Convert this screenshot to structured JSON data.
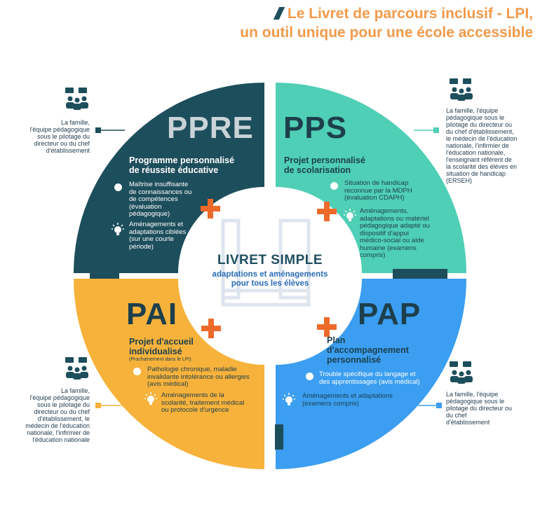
{
  "title": {
    "line1": "Le Livret de parcours inclusif - LPI,",
    "line2": "un outil unique pour une école accessible"
  },
  "colors": {
    "ppre": "#1d4e5c",
    "pps": "#4fcfb5",
    "pai": "#f7b23b",
    "pap": "#3b9ef0",
    "accent": "#ee6a2a",
    "title": "#f29a4a"
  },
  "center": {
    "title": "LIVRET SIMPLE",
    "subtitle_line1": "adaptations et aménagements",
    "subtitle_line2": "pour tous les élèves"
  },
  "ppre": {
    "acronym": "PPRE",
    "name_line1": "Programme personnalisé",
    "name_line2": "de réussite éducative",
    "item1": [
      "Maîtrise insuffisante",
      "de connaissances ou",
      "de compétences",
      "(évaluation",
      "pédagogique)"
    ],
    "item2": [
      "Aménagements et",
      "adaptations ciblées",
      "(sur une courte",
      "période)"
    ],
    "side": [
      "La famille,",
      "l'équipe pédagogique",
      "sous le pilotage du",
      "directeur ou du chef",
      "d'établissement"
    ]
  },
  "pps": {
    "acronym": "PPS",
    "name_line1": "Projet personnalisé",
    "name_line2": "de scolarisation",
    "item1": [
      "Situation de handicap",
      "reconnue par la MDPH",
      "(évaluation CDAPH)"
    ],
    "item2": [
      "Aménagements,",
      "adaptations ou matériel",
      "pédagogique adapté ou",
      "dispositif d'appui",
      "médico-social ou aide",
      "humaine (examens",
      "compris)"
    ],
    "side": [
      "La famille, l'équipe",
      "pédagogique sous le",
      "pilotage du directeur ou",
      "du chef d'établissement,",
      "le médecin de l'éducation",
      "nationale, l'infirmier de",
      "l'éducation nationale,",
      "l'enseignant référent de",
      "la scolarité des élèves en",
      "situation de handicap",
      "(ERSEH)"
    ]
  },
  "pai": {
    "acronym": "PAI",
    "name_line1": "Projet d'accueil",
    "name_line2": "individualisé",
    "note": "(Prochainement dans le LPI)",
    "item1": [
      "Pathologie chronique, maladie",
      "invalidante intolérance ou allergies",
      "(avis médical)"
    ],
    "item2": [
      "Aménagements de la",
      "scolarité, traitement médical",
      "ou protocole d'urgence"
    ],
    "side": [
      "La famille,",
      "l'équipe pédagogique",
      "sous le pilotage du",
      "directeur ou du chef",
      "d'établissement, le",
      "médecin de l'éducation",
      "nationale, l'infirmier de",
      "l'éducation nationale"
    ]
  },
  "pap": {
    "acronym": "PAP",
    "name_line1": "Plan",
    "name_line2": "d'accompagnement",
    "name_line3": "personnalisé",
    "item1": [
      "Trouble spécifique du langage et",
      "des apprentissages (avis médical)"
    ],
    "item2": [
      "Aménagements et adaptations",
      "(examens compris)"
    ],
    "side": [
      "La famille, l'équipe",
      "pédagogique sous le",
      "pilotage du directeur ou",
      "du chef",
      "d'établissement"
    ]
  },
  "icons": {
    "group": "people-speech-icon",
    "dot": "circle-icon",
    "bulb": "lightbulb-icon",
    "plus": "plus-icon"
  }
}
